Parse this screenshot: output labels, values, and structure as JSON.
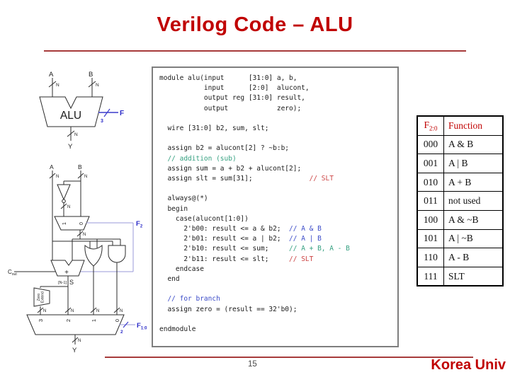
{
  "slide": {
    "title": "Verilog Code – ALU",
    "page_number": "15",
    "footer_brand": "Korea Univ"
  },
  "colors": {
    "accent_red": "#C00000",
    "rule_red": "#A73B3B",
    "control_blue": "#2B2BC8",
    "comment_green": "#35A080",
    "comment_blue": "#3B4BC8",
    "comment_red": "#CC4444"
  },
  "alu_symbol": {
    "labels": {
      "a": "A",
      "b": "B",
      "n": "N",
      "alu": "ALU",
      "f": "F",
      "f_width": "3",
      "y": "Y"
    }
  },
  "alu_circuit": {
    "labels": {
      "a": "A",
      "b": "B",
      "n": "N",
      "mux_one": "1",
      "mux_zero": "0",
      "f2_main": "F",
      "f2_sub": "2",
      "cout_main": "C",
      "cout_sub": "out",
      "plus": "+",
      "s": "S",
      "n_range": "[N-1]",
      "zext_line1": "Zero",
      "zext_line2": "Extend",
      "in3": "3",
      "in2": "2",
      "in1": "1",
      "in0": "0",
      "f10_main": "F",
      "f10_sub": "1:0",
      "f10_width": "2",
      "y": "Y"
    }
  },
  "code": {
    "lines": [
      [
        {
          "t": "module alu(input      [31:0] a, b,",
          "c": "k"
        }
      ],
      [
        {
          "t": "           input      [2:0]  alucont,",
          "c": "k"
        }
      ],
      [
        {
          "t": "           output reg [31:0] result,",
          "c": "k"
        }
      ],
      [
        {
          "t": "           output            zero);",
          "c": "k"
        }
      ],
      [],
      [
        {
          "t": "  wire [31:0] b2, sum, slt;",
          "c": "k"
        }
      ],
      [],
      [
        {
          "t": "  assign b2 = alucont[2] ? ~b:b;",
          "c": "k"
        }
      ],
      [
        {
          "t": "  ",
          "c": "k"
        },
        {
          "t": "// addition (sub)",
          "c": "g"
        }
      ],
      [
        {
          "t": "  assign sum = a + b2 + alucont[2];",
          "c": "k"
        }
      ],
      [
        {
          "t": "  assign slt = sum[31];              ",
          "c": "k"
        },
        {
          "t": "// SLT",
          "c": "r"
        }
      ],
      [],
      [
        {
          "t": "  always@(*)",
          "c": "k"
        }
      ],
      [
        {
          "t": "  begin",
          "c": "k"
        }
      ],
      [
        {
          "t": "    case(alucont[1:0])",
          "c": "k"
        }
      ],
      [
        {
          "t": "      2'b00: result <= a & b2;  ",
          "c": "k"
        },
        {
          "t": "// A & B",
          "c": "b"
        }
      ],
      [
        {
          "t": "      2'b01: result <= a | b2;  ",
          "c": "k"
        },
        {
          "t": "// A | B",
          "c": "b"
        }
      ],
      [
        {
          "t": "      2'b10: result <= sum;     ",
          "c": "k"
        },
        {
          "t": "// A + B, A - B",
          "c": "g"
        }
      ],
      [
        {
          "t": "      2'b11: result <= slt;     ",
          "c": "k"
        },
        {
          "t": "// SLT",
          "c": "r"
        }
      ],
      [
        {
          "t": "    endcase",
          "c": "k"
        }
      ],
      [
        {
          "t": "  end",
          "c": "k"
        }
      ],
      [],
      [
        {
          "t": "  ",
          "c": "k"
        },
        {
          "t": "// for branch",
          "c": "b"
        }
      ],
      [
        {
          "t": "  assign zero = (result == 32'b0);",
          "c": "k"
        }
      ],
      [],
      [
        {
          "t": "endmodule",
          "c": "k"
        }
      ]
    ]
  },
  "table": {
    "header": {
      "f_main": "F",
      "f_sub": "2:0",
      "function_label": "Function"
    },
    "rows": [
      [
        "000",
        "A & B"
      ],
      [
        "001",
        "A | B"
      ],
      [
        "010",
        "A + B"
      ],
      [
        "011",
        "not used"
      ],
      [
        "100",
        "A & ~B"
      ],
      [
        "101",
        "A | ~B"
      ],
      [
        "110",
        "A - B"
      ],
      [
        "111",
        "SLT"
      ]
    ]
  }
}
